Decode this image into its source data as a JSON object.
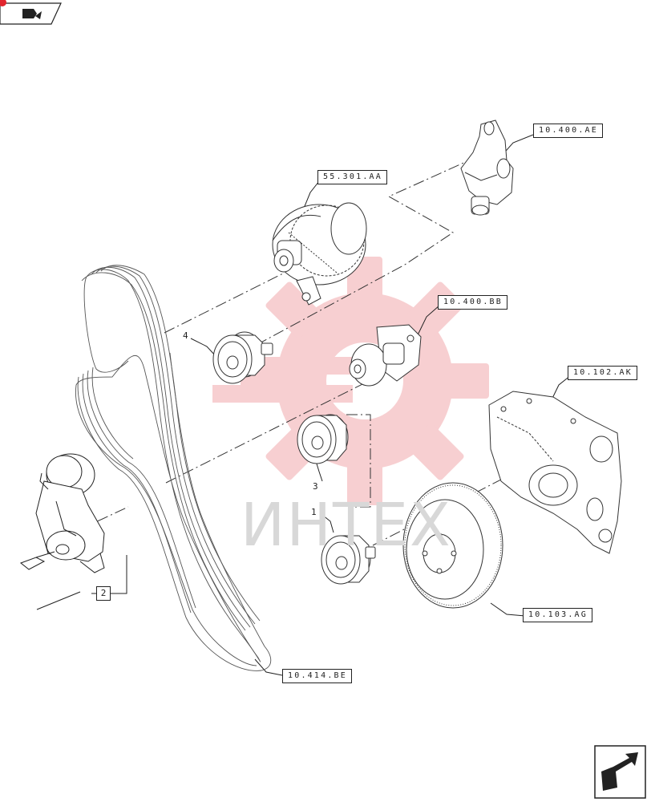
{
  "watermark": {
    "text": "ИНТЕХ"
  },
  "refs": {
    "water_pump": "10.400.AE",
    "alternator": "55.301.AA",
    "thermostat": "10.400.BB",
    "timing_cover": "10.102.AK",
    "vibration_damper": "10.103.AG",
    "poly_v_belt": "10.414.BE"
  },
  "items": {
    "n1": "1",
    "n2": "2",
    "n3": "3",
    "n4": "4"
  },
  "icons": {
    "top": "back-arrow-icon",
    "bottom": "next-page-icon"
  }
}
